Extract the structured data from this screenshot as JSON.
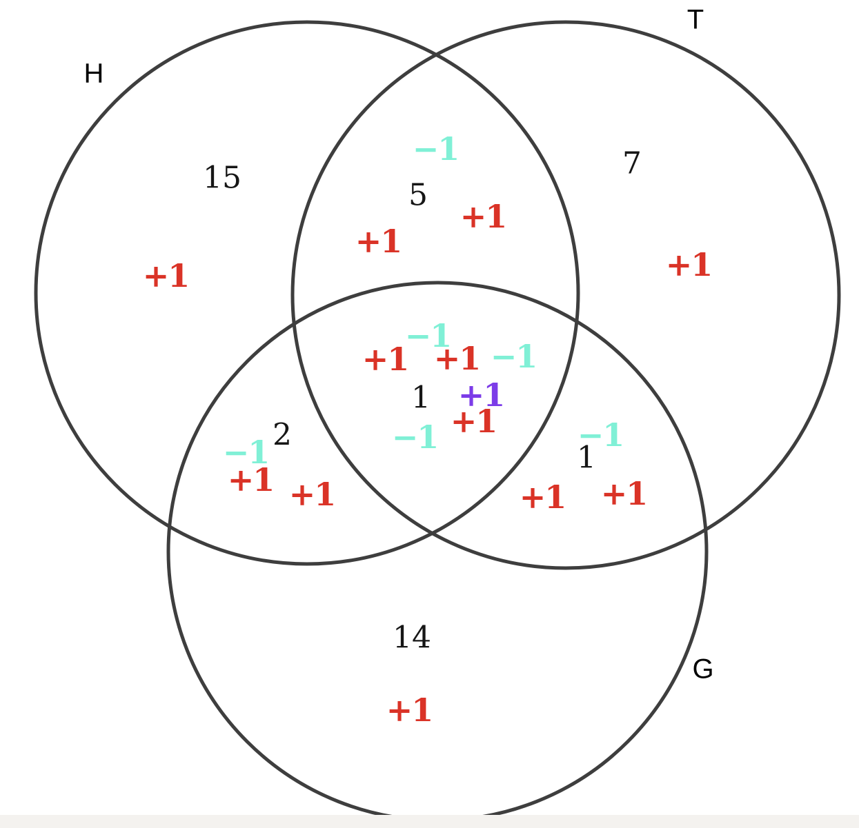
{
  "diagram": {
    "type": "venn-3-sets",
    "colors": {
      "circle_stroke": "#3e3e3e",
      "count_text": "#161616",
      "increment_red": "#da3327",
      "decrement_cyan": "#80f0d6",
      "increment_purple": "#7c3ce8",
      "footer_strip": "#f4f2ef"
    },
    "set_labels": [
      {
        "text": "H"
      },
      {
        "text": "T"
      },
      {
        "text": "G"
      }
    ],
    "region_counts": [
      {
        "region": "H-only",
        "text": "15"
      },
      {
        "region": "H-and-T",
        "text": "5"
      },
      {
        "region": "T-only",
        "text": "7"
      },
      {
        "region": "H-and-G",
        "text": "2"
      },
      {
        "region": "H-T-G",
        "text": "1"
      },
      {
        "region": "T-and-G",
        "text": "1"
      },
      {
        "region": "G-only",
        "text": "14"
      }
    ],
    "marks": [
      {
        "region": "H-only",
        "text": "+1",
        "color": "#da3327"
      },
      {
        "region": "H-and-T",
        "text": "−1",
        "color": "#80f0d6"
      },
      {
        "region": "H-and-T",
        "text": "+1",
        "color": "#da3327"
      },
      {
        "region": "H-and-T",
        "text": "+1",
        "color": "#da3327"
      },
      {
        "region": "T-only",
        "text": "+1",
        "color": "#da3327"
      },
      {
        "region": "H-T-G",
        "text": "−1",
        "color": "#80f0d6"
      },
      {
        "region": "H-T-G",
        "text": "+1",
        "color": "#da3327"
      },
      {
        "region": "H-T-G",
        "text": "+1",
        "color": "#da3327"
      },
      {
        "region": "H-T-G",
        "text": "−1",
        "color": "#80f0d6"
      },
      {
        "region": "H-T-G",
        "text": "+1",
        "color": "#7c3ce8"
      },
      {
        "region": "H-T-G",
        "text": "+1",
        "color": "#da3327"
      },
      {
        "region": "H-T-G",
        "text": "−1",
        "color": "#80f0d6"
      },
      {
        "region": "H-and-G",
        "text": "−1",
        "color": "#80f0d6"
      },
      {
        "region": "H-and-G",
        "text": "+1",
        "color": "#da3327"
      },
      {
        "region": "H-and-G",
        "text": "+1",
        "color": "#da3327"
      },
      {
        "region": "T-and-G",
        "text": "−1",
        "color": "#80f0d6"
      },
      {
        "region": "T-and-G",
        "text": "+1",
        "color": "#da3327"
      },
      {
        "region": "T-and-G",
        "text": "+1",
        "color": "#da3327"
      },
      {
        "region": "G-only",
        "text": "+1",
        "color": "#da3327"
      }
    ]
  }
}
